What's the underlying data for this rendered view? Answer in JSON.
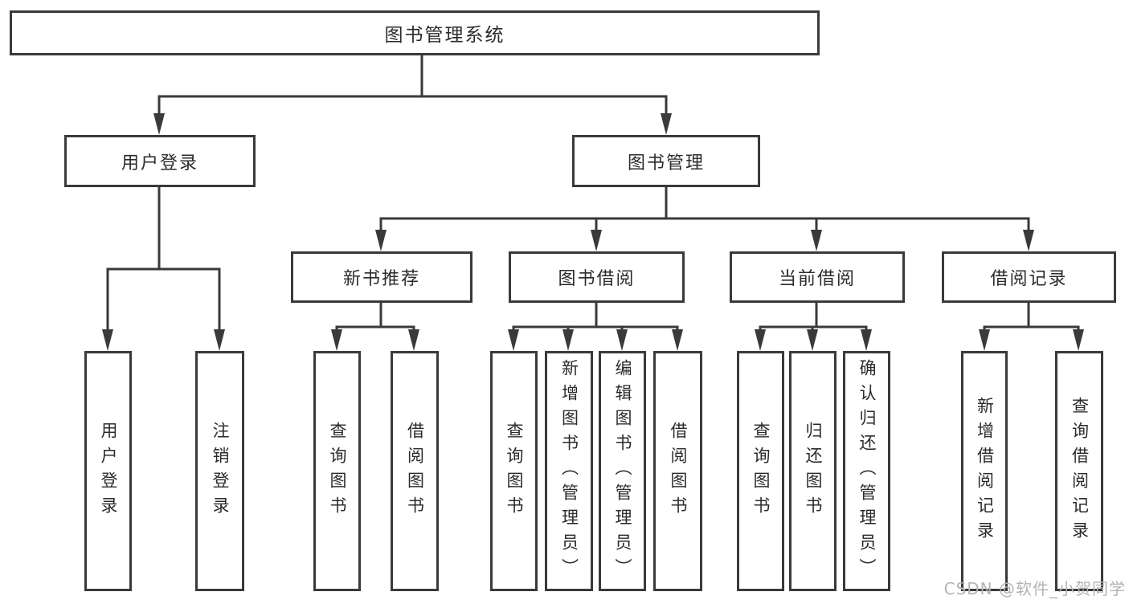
{
  "tree": {
    "label": "图书管理系统",
    "children": [
      {
        "label": "用户登录",
        "children": [
          {
            "label": "用户登录"
          },
          {
            "label": "注销登录"
          }
        ]
      },
      {
        "label": "图书管理",
        "children": [
          {
            "label": "新书推荐",
            "children": [
              {
                "label": "查询图书"
              },
              {
                "label": "借阅图书"
              }
            ]
          },
          {
            "label": "图书借阅",
            "children": [
              {
                "label": "查询图书"
              },
              {
                "label": "新增图书（管理员）"
              },
              {
                "label": "编辑图书（管理员）"
              },
              {
                "label": "借阅图书"
              }
            ]
          },
          {
            "label": "当前借阅",
            "children": [
              {
                "label": "查询图书"
              },
              {
                "label": "归还图书"
              },
              {
                "label": "确认归还（管理员）"
              }
            ]
          },
          {
            "label": "借阅记录",
            "children": [
              {
                "label": "新增借阅记录"
              },
              {
                "label": "查询借阅记录"
              }
            ]
          }
        ]
      }
    ]
  },
  "watermark": {
    "text": "CSDN @软件_小贺同学"
  },
  "colors": {
    "line": "#3a3a3a",
    "box_border": "#3a3a3a",
    "text": "#2b2b2b",
    "watermark": "#b4b4b4",
    "background": "#ffffff"
  }
}
